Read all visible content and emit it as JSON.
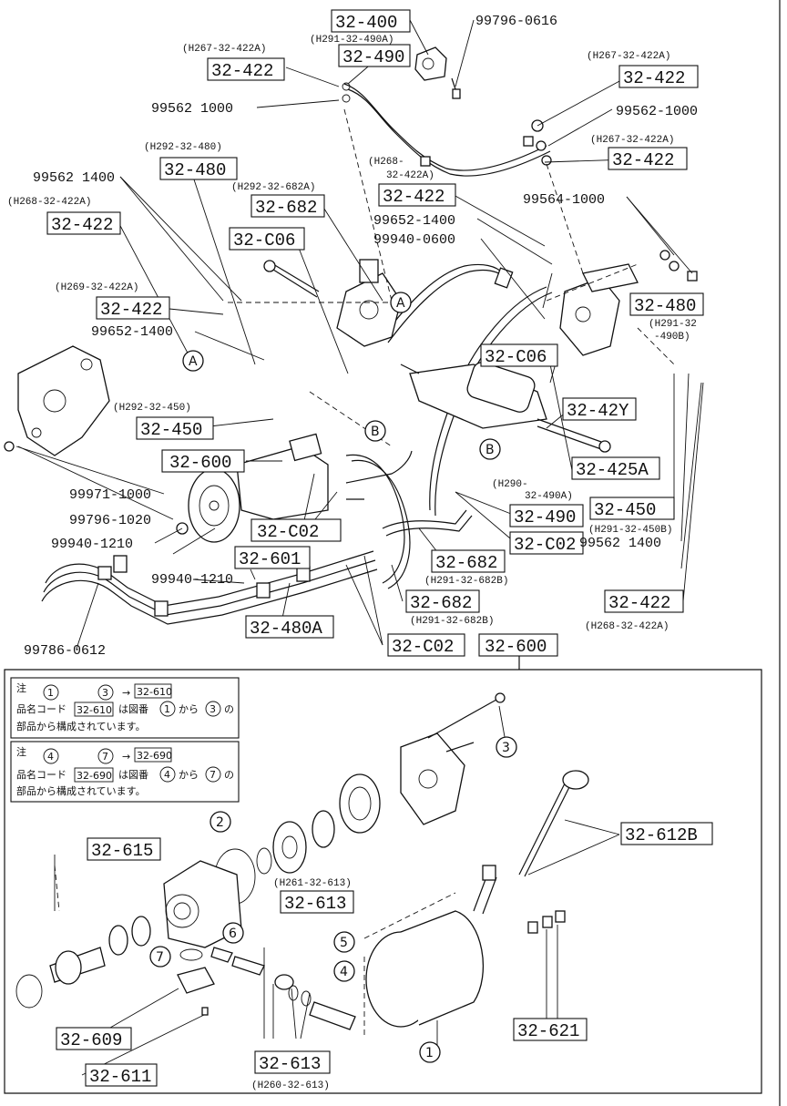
{
  "labels": {
    "l_32_400": "32-400",
    "l_32_490_top": "32-490",
    "l_32_422_tl": "32-422",
    "l_32_422_tr": "32-422",
    "l_32_422_r2": "32-422",
    "l_32_480_top": "32-480",
    "l_32_682_top": "32-682",
    "l_32_422_mid": "32-422",
    "l_32_c06_l": "32-C06",
    "l_32_422_left": "32-422",
    "l_32_422_left2": "32-422",
    "l_32_480_r": "32-480",
    "l_32_c06_r": "32-C06",
    "l_32_42y": "32-42Y",
    "l_32_425a": "32-425A",
    "l_32_450_l": "32-450",
    "l_32_600_t": "32-600",
    "l_32_c02_l": "32-C02",
    "l_32_601": "32-601",
    "l_32_490_m": "32-490",
    "l_32_c02_m": "32-C02",
    "l_32_450_r": "32-450",
    "l_32_682_m1": "32-682",
    "l_32_682_m2": "32-682",
    "l_32_422_br": "32-422",
    "l_32_480a": "32-480A",
    "l_32_c02_b": "32-C02",
    "l_32_600_b": "32-600",
    "l_32_615": "32-615",
    "l_32_612b": "32-612B",
    "l_32_613_t": "32-613",
    "l_32_609": "32-609",
    "l_32_611": "32-611",
    "l_32_613_b": "32-613",
    "l_32_621": "32-621"
  },
  "numbers": {
    "n_99796_0616": "99796-0616",
    "n_99562_1000_a": "99562 1000",
    "n_99562_1000_b": "99562-1000",
    "n_99562_1400_a": "99562 1400",
    "n_99564_1000": "99564-1000",
    "n_99652_1400_a": "99652-1400",
    "n_99940_0600": "99940-0600",
    "n_99652_1400_b": "99652-1400",
    "n_99971_1000": "99971-1000",
    "n_99796_1020": "99796-1020",
    "n_99940_1210_a": "99940-1210",
    "n_99940_1210_b": "99940-1210",
    "n_99562_1400_b": "99562 1400",
    "n_99786_0612": "99786-0612"
  },
  "subcodes": {
    "s_h267_a": "(H267-32-422A)",
    "s_h291_490a": "(H291-32-490A)",
    "s_h267_b": "(H267-32-422A)",
    "s_h268_422a": "(H268-",
    "s_h268_422a2": "32-422A)",
    "s_h267_c": "(H267-32-422A)",
    "s_h292_480": "(H292-32-480)",
    "s_h292_682a": "(H292-32-682A)",
    "s_h268_b": "(H268-32-422A)",
    "s_h269": "(H269-32-422A)",
    "s_h291_490b_1": "(H291-32",
    "s_h291_490b_2": "-490B)",
    "s_h292_450": "(H292-32-450)",
    "s_h290_1": "(H290-",
    "s_h290_2": "32-490A)",
    "s_h291_450b": "(H291-32-450B)",
    "s_h291_682b": "(H291-32-682B)",
    "s_h291_682b2": "(H291-32-682B)",
    "s_h268_c": "(H268-32-422A)",
    "s_h261_613": "(H261-32-613)",
    "s_h260_613": "(H260-32-613)"
  },
  "callouts": {
    "A": "A",
    "B": "B"
  },
  "circles": [
    "1",
    "2",
    "3",
    "4",
    "5",
    "6",
    "7"
  ],
  "notes": {
    "note1_head": "注",
    "note1_range_a": "1",
    "note1_range_b": "3",
    "note1_code": "32-610",
    "note1_line2a": "品名コード",
    "note1_line2b": "32-610",
    "note1_line2c": "は図番",
    "note1_line2d": "から",
    "note1_line2e": "の",
    "note1_line3": "部品から構成されています。",
    "note2_head": "注",
    "note2_range_a": "4",
    "note2_range_b": "7",
    "note2_code": "32-690",
    "note2_line2a": "品名コード",
    "note2_line2b": "32-690",
    "note2_line2c": "は図番",
    "note2_line2d": "から",
    "note2_line2e": "の",
    "note2_line3": "部品から構成されています。"
  }
}
